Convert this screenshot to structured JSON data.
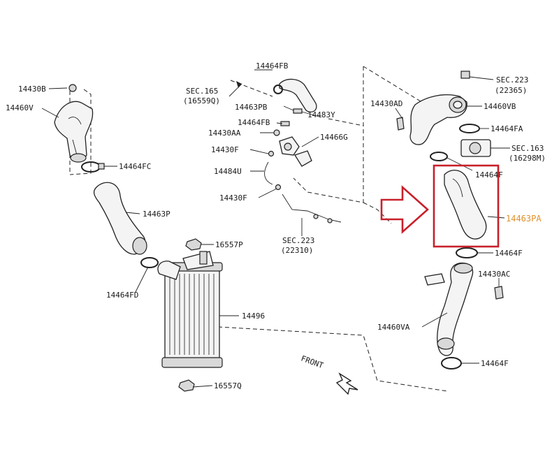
{
  "colors": {
    "highlight": "#c8202a",
    "label_highlight": "#e0902a",
    "ink": "#222222"
  },
  "labels": {
    "p14430B": "14430B",
    "p14460V": "14460V",
    "p14464FC": "14464FC",
    "p14463P": "14463P",
    "p14464FD": "14464FD",
    "p16557P": "16557P",
    "p14496": "14496",
    "p16557Q": "16557Q",
    "p14464FB_top": "14464FB",
    "sec165": "SEC.165",
    "sec165_ref": "(16559Q)",
    "p14463PB": "14463PB",
    "p14483Y": "14483Y",
    "p14464FB": "14464FB",
    "p14430AA": "14430AA",
    "p14466G": "14466G",
    "p14430F_1": "14430F",
    "p14484U": "14484U",
    "p14430F_2": "14430F",
    "sec223_low": "SEC.223",
    "sec223_low_ref": "(22310)",
    "sec223_top": "SEC.223",
    "sec223_top_ref": "(22365)",
    "p14430AD": "14430AD",
    "p14460VB": "14460VB",
    "p14464FA": "14464FA",
    "sec163": "SEC.163",
    "sec163_ref": "(16298M)",
    "p14464F_1": "14464F",
    "p14463PA": "14463PA",
    "p14464F_2": "14464F",
    "p14430AC": "14430AC",
    "p14460VA": "14460VA",
    "p14464F_3": "14464F",
    "front": "FRONT"
  }
}
